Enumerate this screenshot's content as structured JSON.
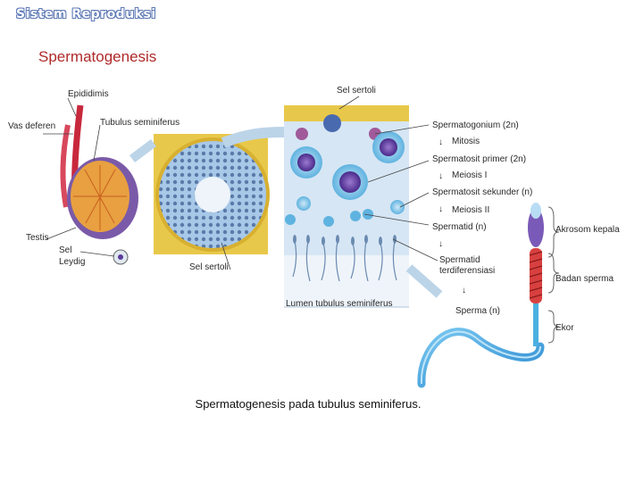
{
  "header": {
    "logo_text": "Sistem Reproduksi"
  },
  "slide": {
    "title": "Spermatogenesis",
    "caption": "Spermatogenesis pada tubulus seminiferus."
  },
  "diagram": {
    "labels": {
      "epididimis": "Epididimis",
      "vas_deferen": "Vas deferen",
      "tubulus_seminiferus": "Tubulus seminiferus",
      "testis": "Testis",
      "sel_leydig_1": "Sel",
      "sel_leydig_2": "Leydig",
      "sel_sertoli_bottom": "Sel sertoli",
      "sel_sertoli_top": "Sel sertoli",
      "lumen": "Lumen tubulus seminiferus",
      "spermatogonium": "Spermatogonium (2n)",
      "mitosis": "Mitosis",
      "spermatosit_primer": "Spermatosit primer (2n)",
      "meiosis_1": "Meiosis I",
      "spermatosit_sekunder": "Spermatosit sekunder (n)",
      "meiosis_2": "Meiosis II",
      "spermatid": "Spermatid (n)",
      "spermatid_dif_1": "Spermatid",
      "spermatid_dif_2": "terdiferensiasi",
      "sperma": "Sperma (n)",
      "akrosom_kepala": "Akrosom kepala",
      "badan_sperma": "Badan sperma",
      "ekor": "Ekor",
      "arrow": "↓"
    },
    "colors": {
      "tubule_red": "#c8283c",
      "testis_purple": "#7a5aa8",
      "tissue_blue": "#d6e6f4",
      "tissue_yellow": "#e8c84a",
      "nucleus_purple": "#5a3a9a",
      "cell_cyan": "#5fb3e0",
      "sperm_blue": "#3a9ad8"
    }
  }
}
